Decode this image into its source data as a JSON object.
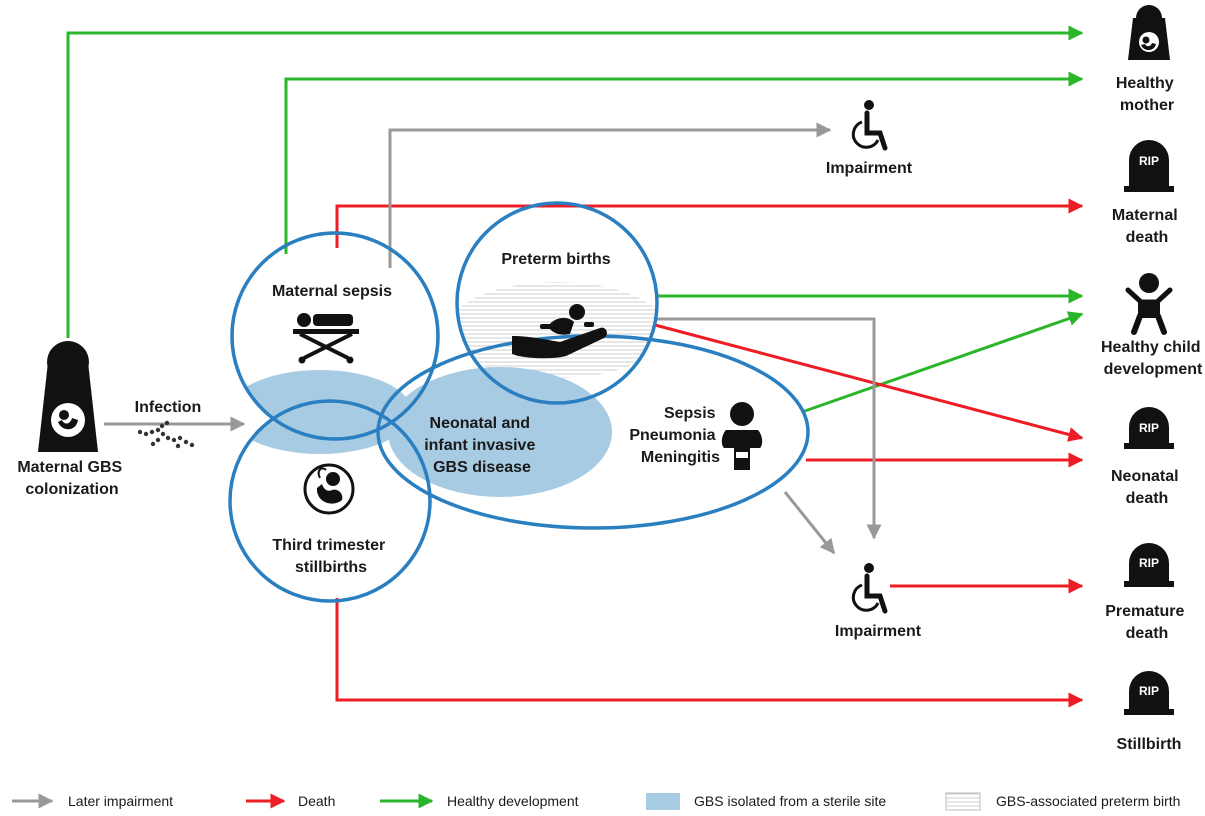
{
  "colors": {
    "impairment": "#999999",
    "death": "#ee1c25",
    "healthy": "#2bb52b",
    "circle_stroke": "#2a7fc0",
    "gbs_fill": "#a7cbe2",
    "preterm_hatch": "#cfcfcf",
    "icon": "#111111"
  },
  "source": {
    "line1": "Maternal GBS",
    "line2": "colonization",
    "icon": "pregnant-woman-icon"
  },
  "infection_label": "Infection",
  "bacteria_icon": "bacteria-chain-icon",
  "conditions": {
    "maternal_sepsis": {
      "label": "Maternal sepsis",
      "icon": "stretcher-icon"
    },
    "stillbirths": {
      "line1": "Third trimester",
      "line2": "stillbirths",
      "icon": "fetus-icon"
    },
    "preterm": {
      "label": "Preterm births",
      "icon": "baby-in-hand-icon"
    },
    "neonatal": {
      "line1": "Neonatal and",
      "line2": "infant invasive",
      "line3": "GBS disease"
    },
    "infant_conditions": {
      "line1": "Sepsis",
      "line2": "Pneumonia",
      "line3": "Meningitis",
      "icon": "baby-icon"
    }
  },
  "outcomes": {
    "healthy_mother": {
      "line1": "Healthy",
      "line2": "mother",
      "icon": "mother-with-baby-icon"
    },
    "impairment_top": {
      "label": "Impairment",
      "icon": "wheelchair-icon"
    },
    "maternal_death": {
      "line1": "Maternal",
      "line2": "death",
      "icon": "tombstone-icon"
    },
    "healthy_child": {
      "line1": "Healthy child",
      "line2": "development",
      "icon": "child-icon"
    },
    "neonatal_death": {
      "line1": "Neonatal",
      "line2": "death",
      "icon": "tombstone-icon"
    },
    "impairment_bottom": {
      "label": "Impairment",
      "icon": "wheelchair-icon"
    },
    "premature_death": {
      "line1": "Premature",
      "line2": "death",
      "icon": "tombstone-icon"
    },
    "stillbirth": {
      "label": "Stillbirth",
      "icon": "tombstone-icon"
    },
    "rip_text": "RIP"
  },
  "legend": {
    "impairment": "Later impairment",
    "death": "Death",
    "healthy": "Healthy development",
    "gbs_sterile": "GBS isolated from a sterile site",
    "gbs_preterm": "GBS-associated preterm birth"
  }
}
